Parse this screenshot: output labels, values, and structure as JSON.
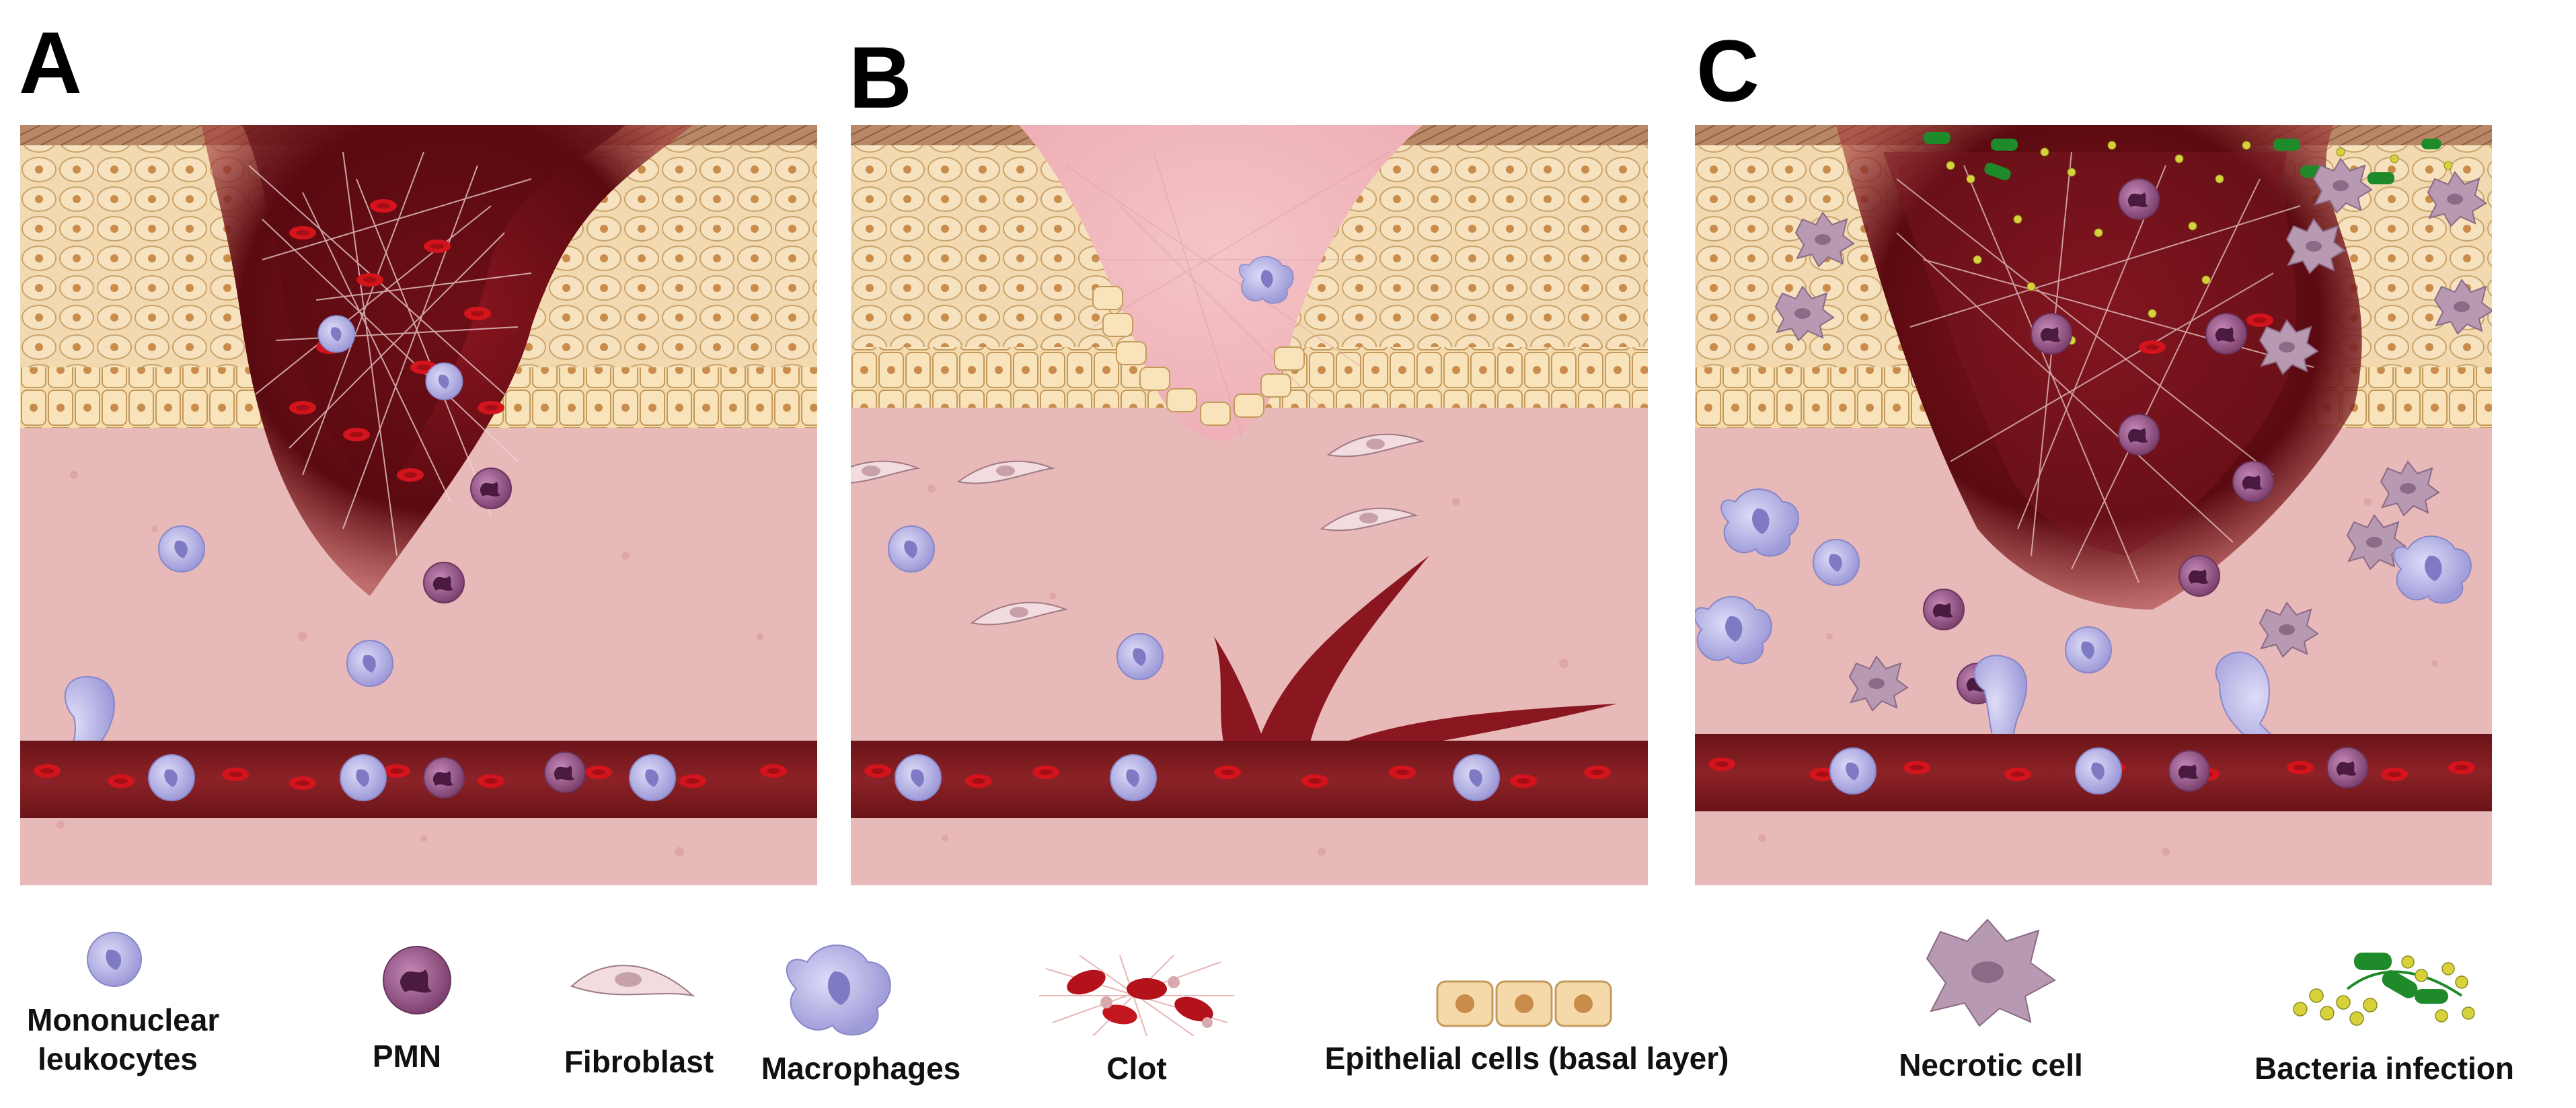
{
  "panels": [
    {
      "letter": "A"
    },
    {
      "letter": "B"
    },
    {
      "letter": "C"
    }
  ],
  "legend": {
    "mononuclear_line1": "Mononuclear",
    "mononuclear_line2": "leukocytes",
    "pmn": "PMN",
    "fibroblast": "Fibroblast",
    "macrophages": "Macrophages",
    "clot": "Clot",
    "epithelial": "Epithelial cells (basal layer)",
    "necrotic": "Necrotic cell",
    "bacteria": "Bacteria infection"
  },
  "colors": {
    "dermis": "#e8b9b9",
    "epidermis": "#f2d9b0",
    "vessel": "#7a1a1e",
    "blood_cell": "#d4141c",
    "wound": "#5a0a10",
    "leukocyte": "#b9b7ea",
    "pmn": "#9c5a8c",
    "bacteria_green": "#1f8a2a",
    "bacteria_yellow": "#d8d23a"
  }
}
